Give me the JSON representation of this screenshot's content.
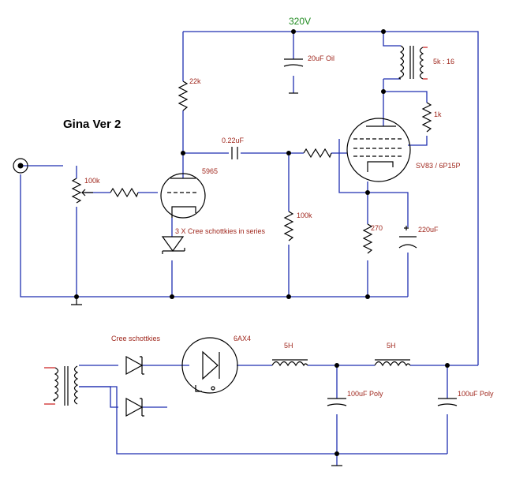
{
  "title": "Gina Ver 2",
  "supply_label": "320V",
  "colors": {
    "wire": "#1f2fb0",
    "component": "#000000",
    "label": "#a0281e",
    "supply": "#1f8a1f"
  },
  "labels": {
    "pot": "100k",
    "plate_resistor": "22k",
    "input_tube": "5965",
    "coupling_cap": "0.22uF",
    "bias_diodes": "3 X Cree schottkies in series",
    "filter_cap_top": "20uF Oil",
    "output_transformer": "5k : 16",
    "screen_resistor": "1k",
    "output_tube": "SV83 / 6P15P",
    "grid_resistor": "100k",
    "cathode_resistor": "270",
    "cathode_cap": "220uF",
    "rect_diodes": "Cree schottkies",
    "rect_tube": "6AX4",
    "choke1": "5H",
    "choke2": "5H",
    "cap_poly1": "100uF Poly",
    "cap_poly2": "100uF Poly"
  }
}
